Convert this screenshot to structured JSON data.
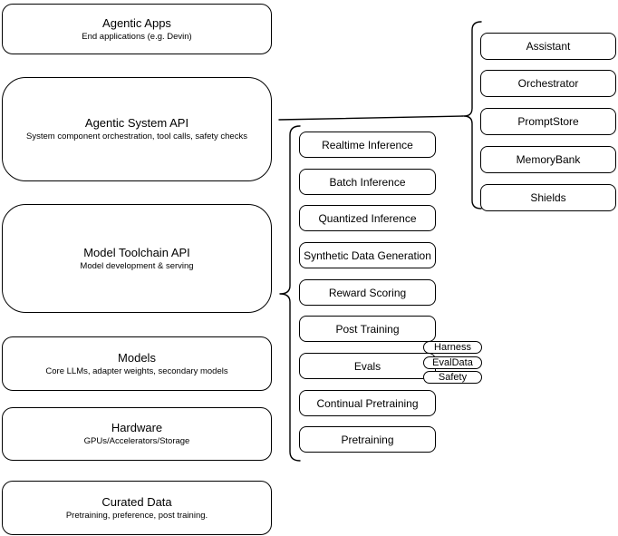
{
  "colors": {
    "stroke": "#000000",
    "fill": "#ffffff",
    "background": "#ffffff"
  },
  "left_stack": {
    "items": [
      {
        "title": "Agentic Apps",
        "subtitle": "End applications (e.g. Devin)"
      },
      {
        "title": "Agentic System API",
        "subtitle": "System component orchestration, tool calls, safety checks"
      },
      {
        "title": "Model Toolchain API",
        "subtitle": "Model development & serving"
      },
      {
        "title": "Models",
        "subtitle": "Core LLMs, adapter weights, secondary models"
      },
      {
        "title": "Hardware",
        "subtitle": "GPUs/Accelerators/Storage"
      },
      {
        "title": "Curated Data",
        "subtitle": "Pretraining, preference, post training."
      }
    ]
  },
  "toolchain_group": {
    "items": [
      "Realtime Inference",
      "Batch Inference",
      "Quantized Inference",
      "Synthetic Data Generation",
      "Reward Scoring",
      "Post Training",
      "Evals",
      "Continual Pretraining",
      "Pretraining"
    ],
    "eval_tags": [
      "Harness",
      "EvalData",
      "Safety"
    ]
  },
  "system_group": {
    "items": [
      "Assistant",
      "Orchestrator",
      "PromptStore",
      "MemoryBank",
      "Shields"
    ]
  }
}
